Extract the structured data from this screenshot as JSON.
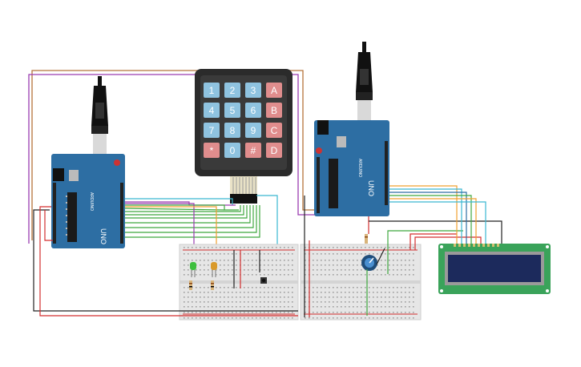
{
  "keypad": {
    "rows": [
      [
        "1",
        "2",
        "3",
        "A"
      ],
      [
        "4",
        "5",
        "6",
        "B"
      ],
      [
        "7",
        "8",
        "9",
        "C"
      ],
      [
        "*",
        "0",
        "#",
        "D"
      ]
    ]
  },
  "arduino_left": {
    "model_label": "UNO",
    "brand_label": "ARDUINO"
  },
  "arduino_right": {
    "model_label": "UNO",
    "brand_label": "ARDUINO"
  },
  "colors": {
    "board_blue": "#2d6ea3",
    "keypad_frame": "#2b2b2b",
    "key_blue": "#8fc3e0",
    "key_red": "#e08d8d",
    "breadboard": "#e6e6e6",
    "lcd_pcb": "#3aa35a",
    "lcd_screen": "#1c2a5c",
    "wire_green": "#3fa83f",
    "wire_purple": "#9a3cb0",
    "wire_brown": "#b5733a",
    "wire_cyan": "#3ab8d1",
    "wire_orange": "#f0a030",
    "wire_red": "#d32f2f",
    "wire_black": "#222222"
  }
}
